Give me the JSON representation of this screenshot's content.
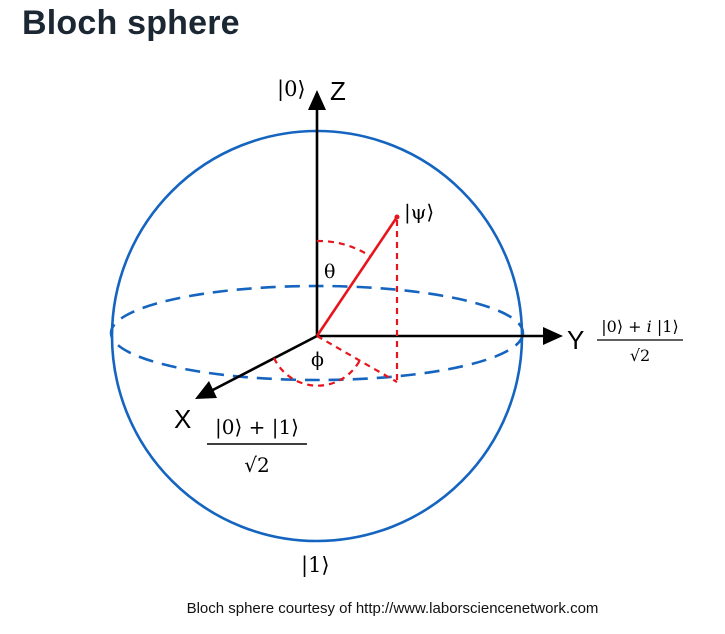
{
  "title": "Bloch sphere",
  "caption": "Bloch sphere courtesy of http://www.laborsciencenetwork.com",
  "colors": {
    "sphere": "#1565c0",
    "state_vector": "#e8141c",
    "axes": "#000000",
    "title": "#1b2733"
  },
  "labels": {
    "z_axis": "Z",
    "y_axis": "Y",
    "x_axis": "X",
    "ket_zero": "|0⟩",
    "ket_one": "|1⟩",
    "ket_psi": "|ψ⟩",
    "theta": "θ",
    "phi": "ϕ",
    "x_state_numerator": "|0⟩ + |1⟩",
    "x_state_denominator": "√2",
    "y_state_numerator_a": "|0⟩ + ",
    "y_state_numerator_i": "i",
    "y_state_numerator_b": " |1⟩",
    "y_state_denominator": "√2"
  }
}
